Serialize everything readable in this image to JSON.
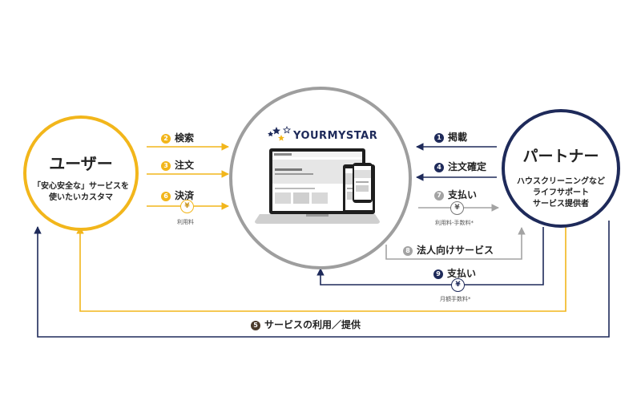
{
  "nodes": {
    "user": {
      "title": "ユーザー",
      "desc": [
        "「安心安全な」サービスを",
        "使いたいカスタマ"
      ]
    },
    "partner": {
      "title": "パートナー",
      "desc": [
        "ハウスクリーニングなど",
        "ライフサポート",
        "サービス提供者"
      ]
    },
    "center": {
      "brand": "YOURMYSTAR"
    }
  },
  "flows": {
    "search": {
      "num": "2",
      "label": "検索"
    },
    "order": {
      "num": "3",
      "label": "注文"
    },
    "settle": {
      "num": "6",
      "label": "決済",
      "fee": "利用料"
    },
    "listing": {
      "num": "1",
      "label": "掲載"
    },
    "confirm": {
      "num": "4",
      "label": "注文確定"
    },
    "pay7": {
      "num": "7",
      "label": "支払い",
      "fee": "利用料-手数料*"
    },
    "corp": {
      "num": "8",
      "label": "法人向けサービス"
    },
    "pay9": {
      "num": "9",
      "label": "支払い",
      "fee": "月額手数料*"
    },
    "service": {
      "num": "5",
      "label": "サービスの利用／提供"
    }
  },
  "yen_symbol": "¥",
  "colors": {
    "gold": "#f2b61b",
    "navy": "#1e2a5a",
    "gray": "#a3a3a3"
  }
}
